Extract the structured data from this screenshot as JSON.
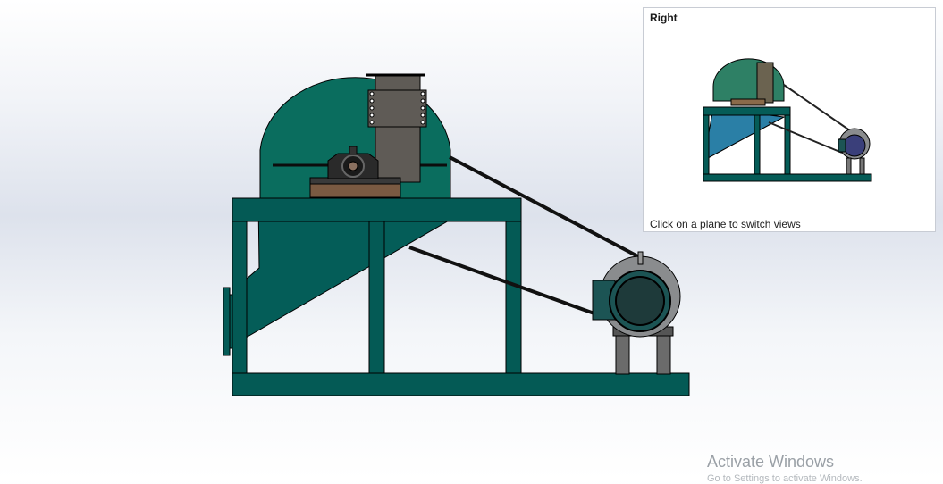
{
  "view_panel": {
    "title": "Right",
    "hint": "Click on a plane to switch views"
  },
  "watermark": {
    "title": "Activate Windows",
    "subtitle": "Go to Settings to activate Windows."
  },
  "colors": {
    "frame": "#045a55",
    "hood": "#0a6d5e",
    "hood_dark": "#04544b",
    "hopper": "#5f5b56",
    "bearing_base": "#7a5a42",
    "motor": "#1c5454",
    "motor_housing": "#8a8c8e",
    "legs": "#6b6b6b",
    "belt": "#111111"
  }
}
